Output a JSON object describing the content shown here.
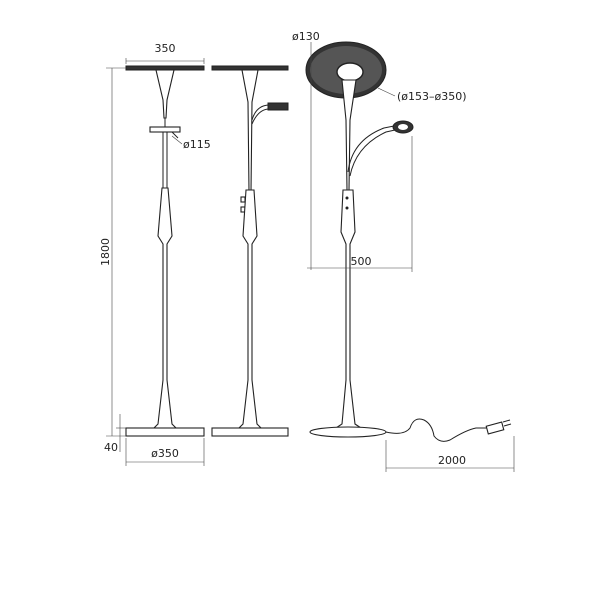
{
  "dimensions": {
    "head_width": "350",
    "bowl_small": "ø115",
    "height": "1800",
    "base_height": "40",
    "base_diameter": "ø350",
    "head_inner": "ø130",
    "head_range": "(ø153–ø350)",
    "arm_reach": "500",
    "cable_length": "2000"
  },
  "colors": {
    "line": "#222222",
    "fill": "#333333",
    "background": "#ffffff"
  }
}
